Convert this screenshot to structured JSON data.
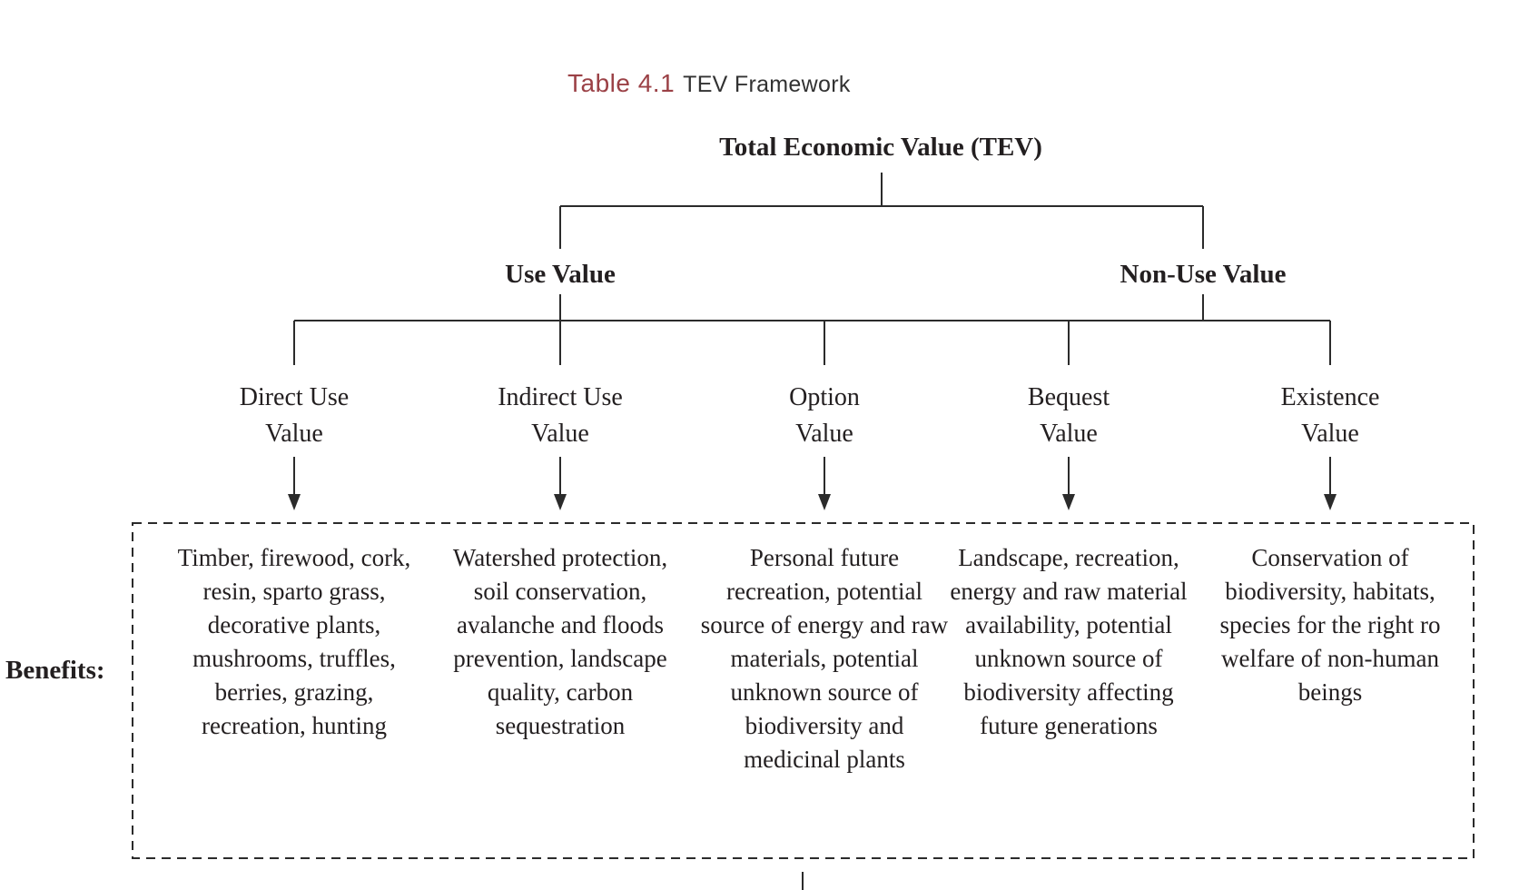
{
  "title": {
    "table_label": "Table 4.1",
    "table_title": "TEV Framework"
  },
  "tree": {
    "root": "Total Economic Value (TEV)",
    "level1": [
      {
        "label": "Use Value"
      },
      {
        "label": "Non-Use Value"
      }
    ],
    "level2": [
      {
        "label": "Direct Use Value",
        "lines": [
          "Direct Use",
          "Value"
        ]
      },
      {
        "label": "Indirect Use Value",
        "lines": [
          "Indirect Use",
          "Value"
        ]
      },
      {
        "label": "Option Value",
        "lines": [
          "Option",
          "Value"
        ]
      },
      {
        "label": "Bequest Value",
        "lines": [
          "Bequest",
          "Value"
        ]
      },
      {
        "label": "Existence Value",
        "lines": [
          "Existence",
          "Value"
        ]
      }
    ]
  },
  "benefits": {
    "row_label": "Benefits:",
    "columns": [
      {
        "for": "Direct Use Value",
        "text": "Timber, firewood, cork, resin, sparto grass, decorative plants, mushrooms, truffles, berries, grazing, recreation, hunting"
      },
      {
        "for": "Indirect Use Value",
        "text": "Watershed protection, soil conservation, avalanche and floods prevention, landscape quality, carbon sequestration"
      },
      {
        "for": "Option Value",
        "text": "Personal future recreation, potential source of energy and raw materials, potential unknown source of biodiversity and medicinal plants"
      },
      {
        "for": "Bequest Value",
        "text": "Landscape, recreation, energy and raw material availability, potential unknown source of biodiversity affecting future generations"
      },
      {
        "for": "Existence Value",
        "text": "Conservation of biodiversity, habitats, species for the right ro welfare of non-human beings"
      }
    ]
  },
  "colors": {
    "accent_table_label": "#9b4146",
    "title_text": "#323232",
    "body_text": "#231f20",
    "line": "#2b2b2b"
  }
}
